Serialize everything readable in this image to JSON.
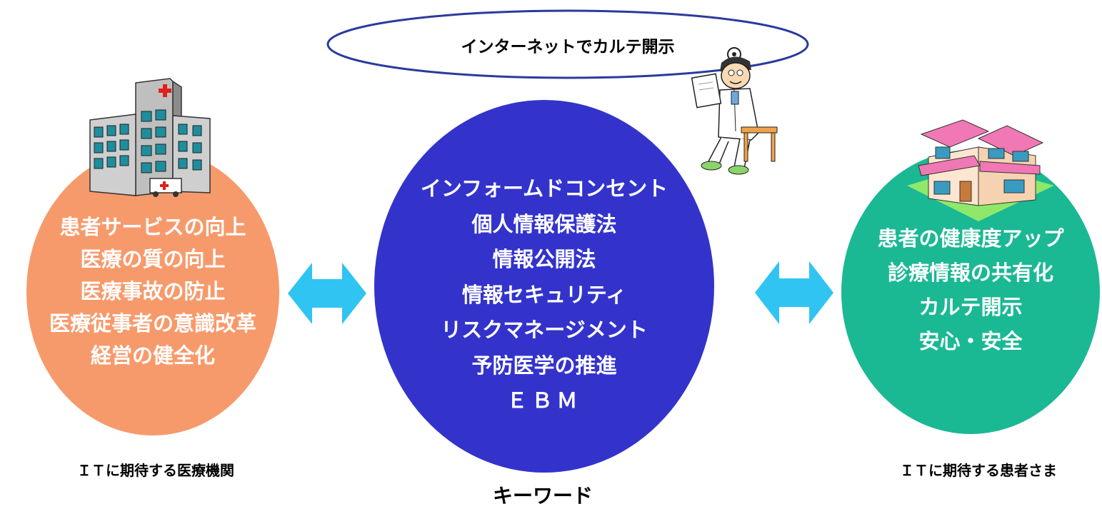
{
  "colors": {
    "left_circle": "#F79A6B",
    "center_circle": "#3333CC",
    "right_circle": "#1BB894",
    "arrow": "#2FC4F2",
    "ellipse_stroke": "#2B3A9E",
    "text_light": "#FFFFFF",
    "text_dark": "#000000"
  },
  "top_banner": {
    "label": "インターネットでカルテ開示"
  },
  "left": {
    "items": [
      "患者サービスの向上",
      "医療の質の向上",
      "医療事故の防止",
      "医療従事者の意識改革",
      "経営の健全化"
    ],
    "caption": "ＩＴに期待する医療機関",
    "icon": "hospital-icon"
  },
  "center": {
    "items": [
      "インフォームドコンセント",
      "個人情報保護法",
      "情報公開法",
      "情報セキュリティ",
      "リスクマネージメント",
      "予防医学の推進",
      "ＥＢＭ"
    ],
    "caption": "キーワード"
  },
  "right": {
    "items": [
      "患者の健康度アップ",
      "診療情報の共有化",
      "カルテ開示",
      "安心・安全"
    ],
    "caption": "ＩＴに期待する患者さま",
    "icon": "house-icon"
  },
  "decorations": {
    "doctor_icon": "doctor-icon",
    "arrow_icon": "double-arrow-icon"
  }
}
